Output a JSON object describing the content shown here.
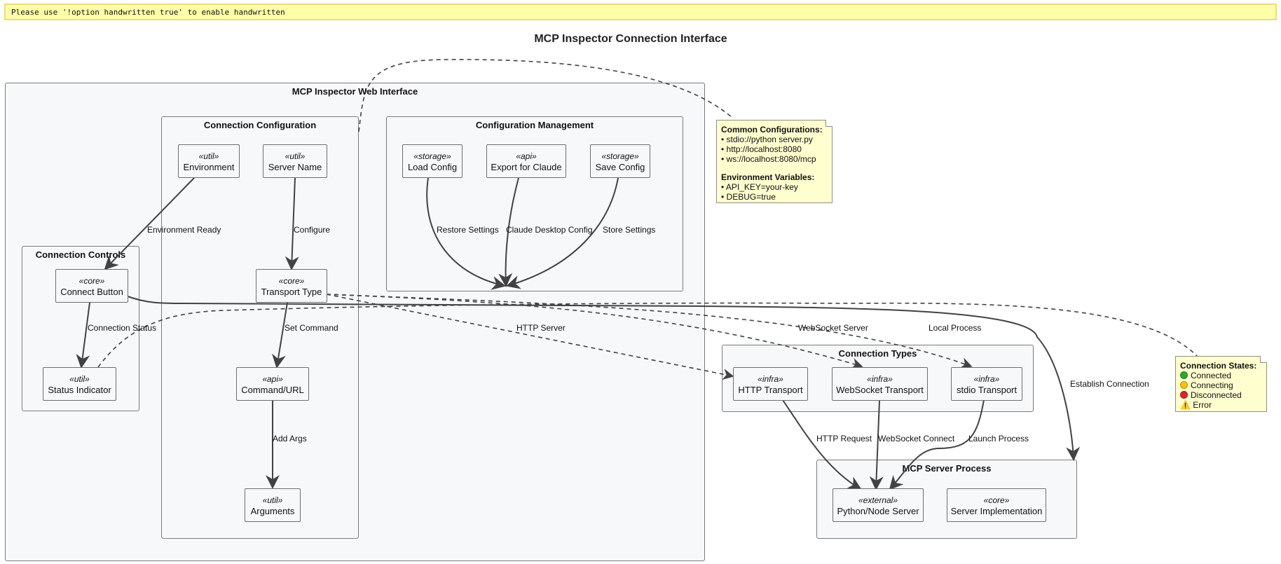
{
  "warning": "Please use '!option handwritten true' to enable handwritten",
  "title": "MCP Inspector Connection Interface",
  "packages": {
    "web": "MCP Inspector Web Interface",
    "config": "Connection Configuration",
    "mgmt": "Configuration Management",
    "controls": "Connection Controls",
    "types": "Connection Types",
    "server": "MCP Server Process"
  },
  "components": {
    "environment": {
      "stereo": "«util»",
      "name": "Environment"
    },
    "server_name": {
      "stereo": "«util»",
      "name": "Server Name"
    },
    "transport_type": {
      "stereo": "«core»",
      "name": "Transport Type"
    },
    "command_url": {
      "stereo": "«api»",
      "name": "Command/URL"
    },
    "arguments": {
      "stereo": "«util»",
      "name": "Arguments"
    },
    "load_config": {
      "stereo": "«storage»",
      "name": "Load Config"
    },
    "export_claude": {
      "stereo": "«api»",
      "name": "Export for Claude"
    },
    "save_config": {
      "stereo": "«storage»",
      "name": "Save Config"
    },
    "connect_button": {
      "stereo": "«core»",
      "name": "Connect Button"
    },
    "status_indicator": {
      "stereo": "«util»",
      "name": "Status Indicator"
    },
    "http_transport": {
      "stereo": "«infra»",
      "name": "HTTP Transport"
    },
    "ws_transport": {
      "stereo": "«infra»",
      "name": "WebSocket Transport"
    },
    "stdio_transport": {
      "stereo": "«infra»",
      "name": "stdio Transport"
    },
    "python_node": {
      "stereo": "«external»",
      "name": "Python/Node Server"
    },
    "server_impl": {
      "stereo": "«core»",
      "name": "Server Implementation"
    }
  },
  "edge_labels": {
    "env_ready": "Environment Ready",
    "configure": "Configure",
    "set_command": "Set Command",
    "add_args": "Add Args",
    "restore": "Restore Settings",
    "claude_desktop": "Claude Desktop Config",
    "store": "Store Settings",
    "conn_status": "Connection Status",
    "http_server": "HTTP Server",
    "ws_server": "WebSocket Server",
    "local_process": "Local Process",
    "establish": "Establish Connection",
    "http_request": "HTTP Request",
    "ws_connect": "WebSocket Connect",
    "launch": "Launch Process"
  },
  "notes": {
    "common": {
      "heading1": "Common Configurations:",
      "items1": [
        "• stdio://python server.py",
        "• http://localhost:8080",
        "• ws://localhost:8080/mcp"
      ],
      "heading2": "Environment Variables:",
      "items2": [
        "• API_KEY=your-key",
        "• DEBUG=true"
      ]
    },
    "states": {
      "heading": "Connection States:",
      "items": [
        {
          "label": "Connected",
          "icon": "green-circle",
          "color": "#2ea82e"
        },
        {
          "label": "Connecting",
          "icon": "yellow-circle",
          "color": "#f2c40f"
        },
        {
          "label": "Disconnected",
          "icon": "red-circle",
          "color": "#d9262b"
        },
        {
          "label": "⚠️ Error",
          "icon": "warning-sign"
        }
      ]
    }
  }
}
